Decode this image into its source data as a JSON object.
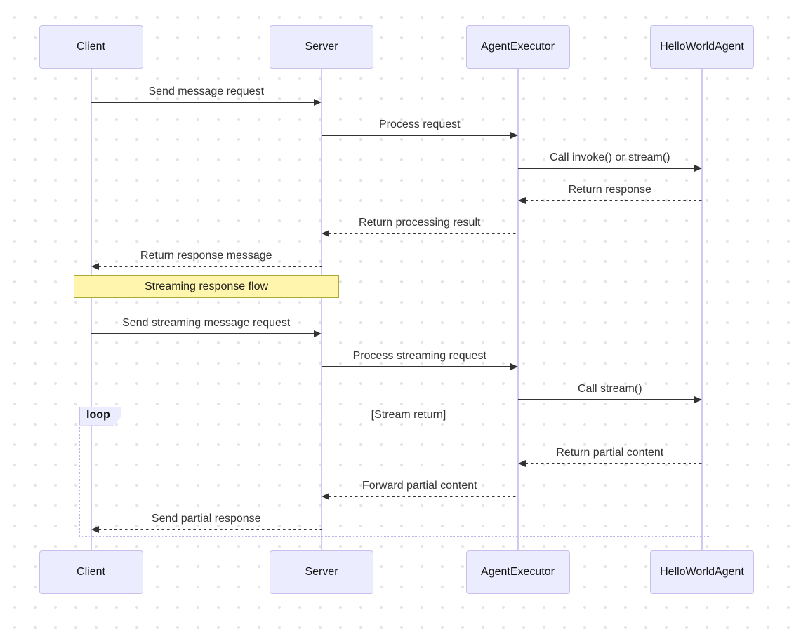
{
  "diagram_type": "sequence-diagram",
  "actors": [
    "Client",
    "Server",
    "AgentExecutor",
    "HelloWorldAgent"
  ],
  "messages": [
    {
      "from": "Client",
      "to": "Server",
      "text": "Send message request",
      "style": "solid"
    },
    {
      "from": "Server",
      "to": "AgentExecutor",
      "text": "Process request",
      "style": "solid"
    },
    {
      "from": "AgentExecutor",
      "to": "HelloWorldAgent",
      "text": "Call invoke() or stream()",
      "style": "solid"
    },
    {
      "from": "HelloWorldAgent",
      "to": "AgentExecutor",
      "text": "Return response",
      "style": "dashed"
    },
    {
      "from": "AgentExecutor",
      "to": "Server",
      "text": "Return processing result",
      "style": "dashed"
    },
    {
      "from": "Server",
      "to": "Client",
      "text": "Return response message",
      "style": "dashed"
    },
    {
      "from": "Client",
      "to": "Server",
      "text": "Send streaming message request",
      "style": "solid"
    },
    {
      "from": "Server",
      "to": "AgentExecutor",
      "text": "Process streaming request",
      "style": "solid"
    },
    {
      "from": "AgentExecutor",
      "to": "HelloWorldAgent",
      "text": "Call stream()",
      "style": "solid"
    },
    {
      "from": "HelloWorldAgent",
      "to": "AgentExecutor",
      "text": "Return partial content",
      "style": "dashed"
    },
    {
      "from": "AgentExecutor",
      "to": "Server",
      "text": "Forward partial content",
      "style": "dashed"
    },
    {
      "from": "Server",
      "to": "Client",
      "text": "Send partial response",
      "style": "dashed"
    }
  ],
  "note": {
    "text": "Streaming response flow",
    "over": "Client,Server"
  },
  "loop": {
    "label": "loop",
    "condition": "[Stream return]"
  },
  "colors": {
    "actor_fill": "#ECECFF",
    "actor_border": "#C7BFEC",
    "lifeline": "#CFC9F3",
    "note_fill": "#FFF5AD",
    "note_border": "#AAAA33",
    "arrow": "#333333",
    "loop_border": "#BCB3E8",
    "dot_grid": "#E3E3E8"
  }
}
